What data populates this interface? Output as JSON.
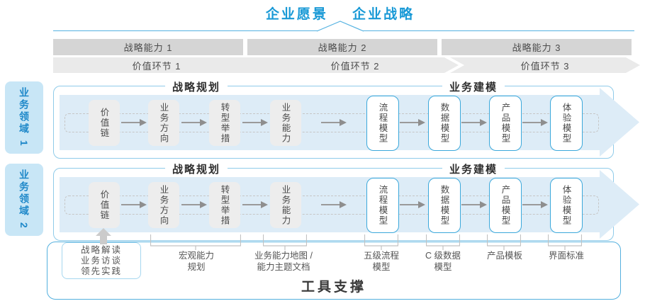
{
  "title": {
    "vision": "企业愿景",
    "strategy": "企业战略"
  },
  "capability_bars": [
    {
      "label": "战略能力 1"
    },
    {
      "label": "战略能力 2"
    },
    {
      "label": "战略能力 3"
    }
  ],
  "value_links": [
    {
      "label": "价值环节 1"
    },
    {
      "label": "价值环节 2"
    },
    {
      "label": "价值环节 3"
    }
  ],
  "business_domains": [
    {
      "label": "业务领域 1"
    },
    {
      "label": "业务领域 2"
    }
  ],
  "row_template": {
    "planning_header": "战略规划",
    "modeling_header": "业务建模",
    "planning_boxes": [
      "价值链",
      "业务方向",
      "转型举措",
      "业务能力"
    ],
    "modeling_boxes": [
      "流程模型",
      "数据模型",
      "产品模型",
      "体验模型"
    ]
  },
  "annotations": {
    "practice_box_lines": [
      "战略解读",
      "业务访谈",
      "领先实践"
    ],
    "labels": [
      {
        "line1": "宏观能力",
        "line2": "规划"
      },
      {
        "line1": "业务能力地图 /",
        "line2": "能力主题文档"
      },
      {
        "line1": "五级流程",
        "line2": "模型"
      },
      {
        "line1": "C 级数据",
        "line2": "模型"
      },
      {
        "line1": "产品模板",
        "line2": ""
      },
      {
        "line1": "界面标准",
        "line2": ""
      }
    ]
  },
  "footer": {
    "label": "工具支撑"
  },
  "colors": {
    "accent_blue": "#1899d6",
    "line_blue": "#55b2e1",
    "row_border": "#8fcbe9",
    "band_blue": "#ddecf7",
    "box_border_blue": "#3ba8db",
    "bar_gray": "#d5d5d5",
    "chevron_gray": "#eaeaea",
    "domain_bg": "#c8e6f6",
    "domain_text": "#1e88c9"
  }
}
